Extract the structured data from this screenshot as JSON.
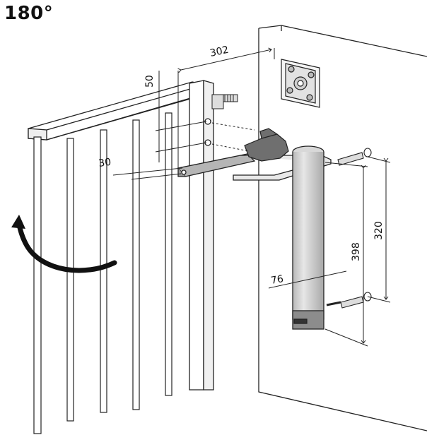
{
  "title": "180°",
  "dimensions": {
    "d302": "302",
    "d50": "50",
    "d30": "30",
    "d320": "320",
    "d398": "398",
    "d76": "76"
  },
  "icons": {
    "rotation": "curved-arrow-icon",
    "bracket": "mounting-bracket-icon",
    "knob": "release-knob-icon"
  },
  "colors": {
    "line": "#222222",
    "metal": "#cfcfcf",
    "metal_dark": "#8a8a8a",
    "knob": "#6f6f6f",
    "base": "#8c8c8c"
  }
}
